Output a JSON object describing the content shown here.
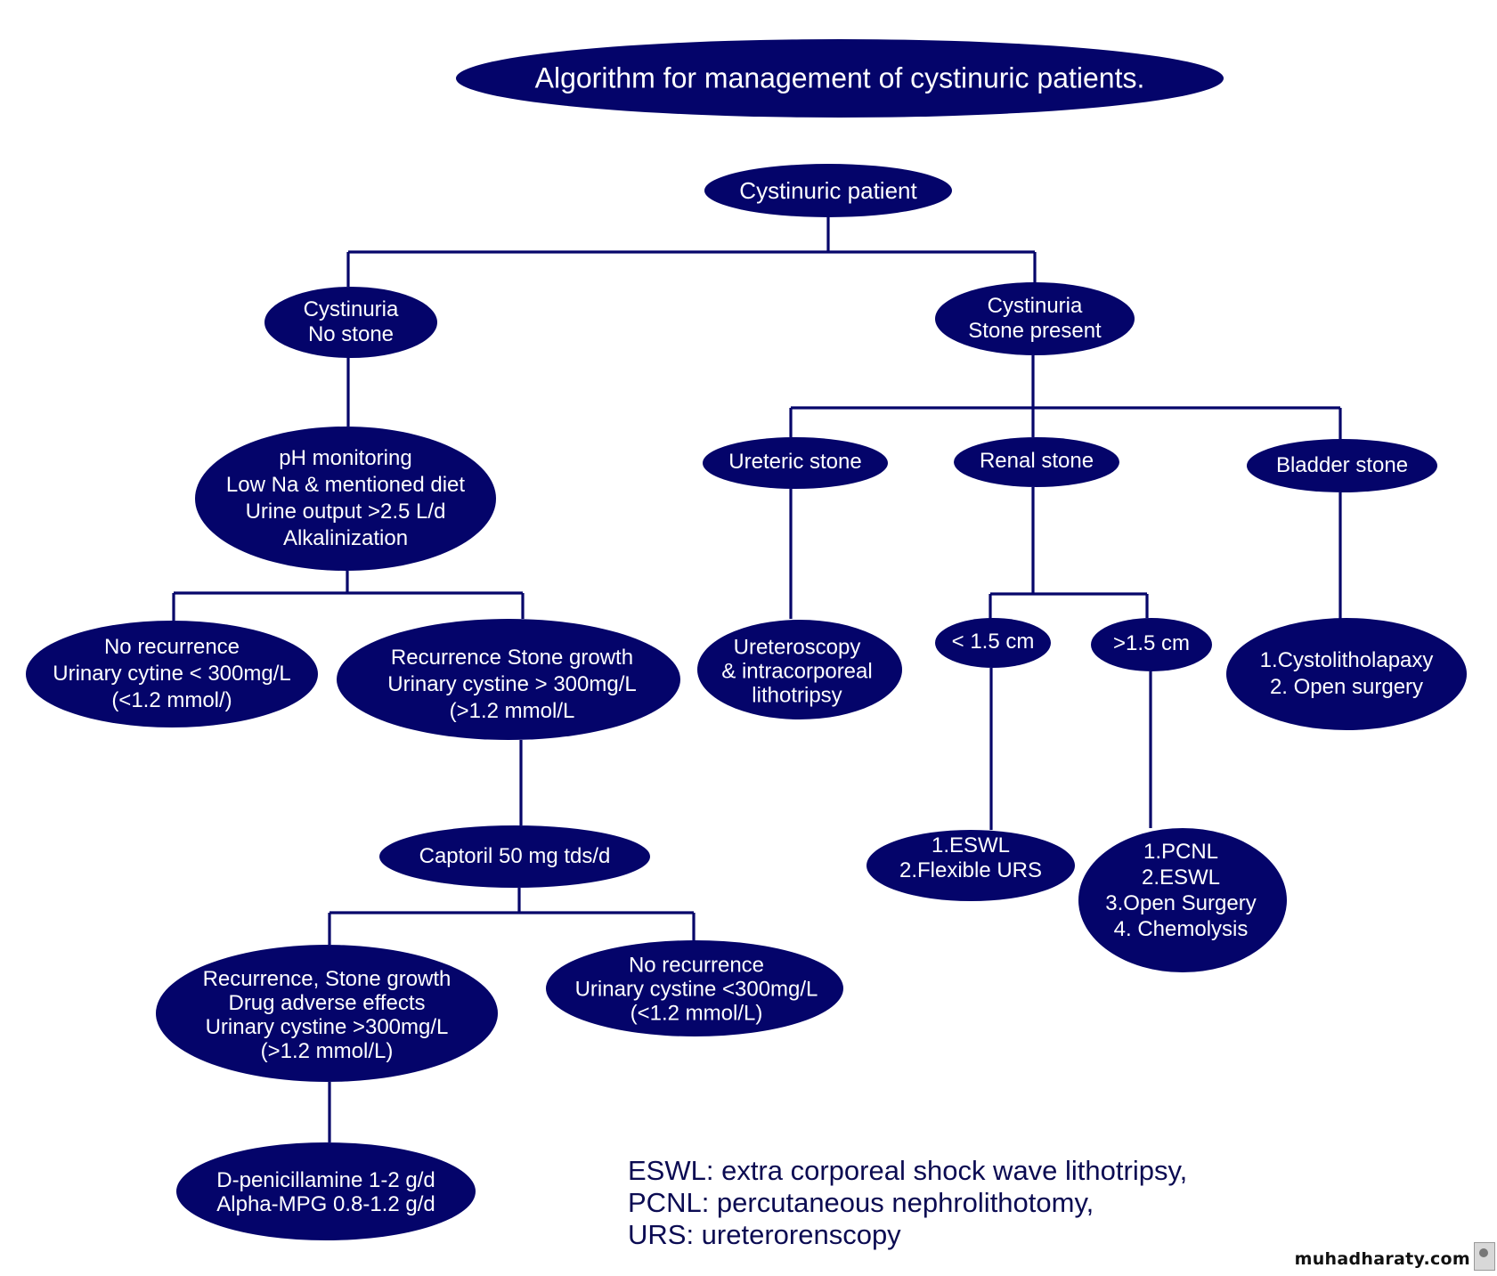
{
  "title": "Algorithm for management of cystinuric patients.",
  "colors": {
    "node_fill": "#04046a",
    "node_text": "#ffffff",
    "line": "#06066a",
    "legend_text": "#0b0b52"
  },
  "nodes": {
    "root": {
      "lines": [
        "Cystinuric patient"
      ]
    },
    "no_stone": {
      "lines": [
        "Cystinuria",
        "No stone"
      ]
    },
    "stone_present": {
      "lines": [
        "Cystinuria",
        "Stone present"
      ]
    },
    "conservative": {
      "lines": [
        "pH monitoring",
        "Low Na & mentioned diet",
        "Urine output >2.5 L/d",
        "Alkalinization"
      ]
    },
    "no_recurrence_1": {
      "lines": [
        "No recurrence",
        "Urinary cytine < 300mg/L",
        "(<1.2 mmol/)"
      ]
    },
    "recurrence_1": {
      "lines": [
        "Recurrence Stone growth",
        "Urinary cystine > 300mg/L",
        "(>1.2 mmol/L"
      ]
    },
    "captopril": {
      "lines": [
        "Captoril 50 mg tds/d"
      ]
    },
    "recurrence_2": {
      "lines": [
        "Recurrence, Stone growth",
        "Drug adverse effects",
        "Urinary cystine >300mg/L",
        "(>1.2 mmol/L)"
      ]
    },
    "no_recurrence_2": {
      "lines": [
        "No recurrence",
        "Urinary cystine <300mg/L",
        "(<1.2 mmol/L)"
      ]
    },
    "penicillamine": {
      "lines": [
        "D-penicillamine 1-2 g/d",
        "Alpha-MPG 0.8-1.2 g/d"
      ]
    },
    "ureteric": {
      "lines": [
        "Ureteric stone"
      ]
    },
    "renal": {
      "lines": [
        "Renal stone"
      ]
    },
    "bladder": {
      "lines": [
        "Bladder stone"
      ]
    },
    "ureteroscopy": {
      "lines": [
        "Ureteroscopy",
        "& intracorporeal",
        "lithotripsy"
      ]
    },
    "small": {
      "lines": [
        "< 1.5 cm"
      ]
    },
    "large": {
      "lines": [
        ">1.5 cm"
      ]
    },
    "bladder_tx": {
      "lines": [
        "1.Cystolitholapaxy",
        "2. Open surgery"
      ]
    },
    "small_tx": {
      "lines": [
        "1.ESWL",
        "2.Flexible URS"
      ]
    },
    "large_tx": {
      "lines": [
        "1.PCNL",
        "2.ESWL",
        "3.Open Surgery",
        "4. Chemolysis"
      ]
    }
  },
  "legend": {
    "lines": [
      "ESWL: extra corporeal shock wave lithotripsy,",
      "PCNL: percutaneous nephrolithotomy,",
      "URS: ureterorenscopy"
    ]
  },
  "watermark": "muhadharaty.com"
}
